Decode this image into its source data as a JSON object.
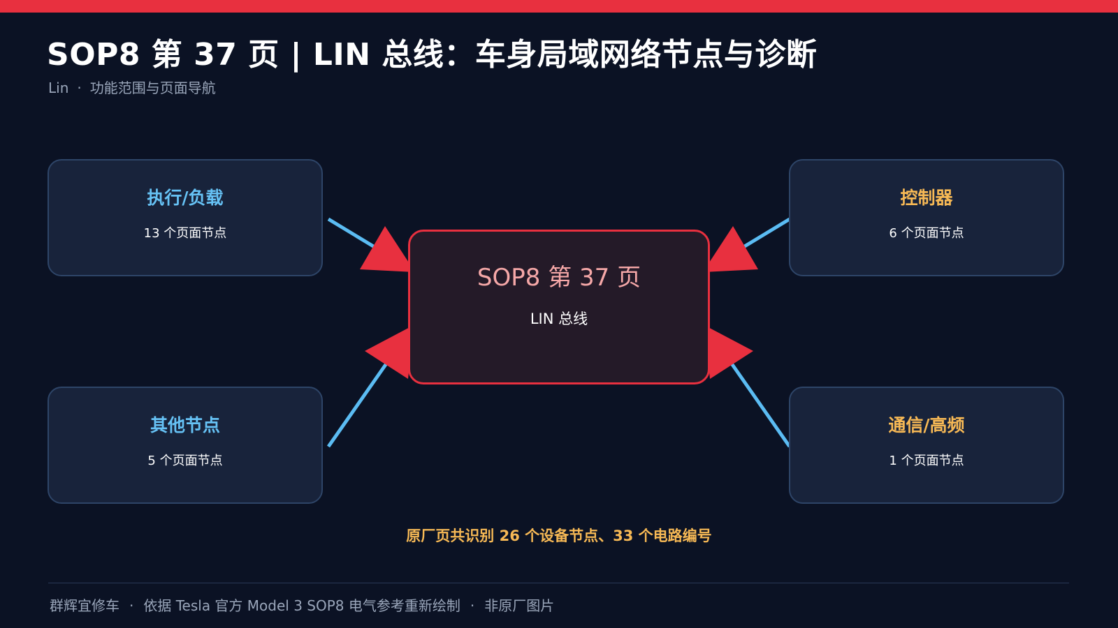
{
  "colors": {
    "background": "#0b1224",
    "accent_red": "#e8303f",
    "blue": "#66c2f5",
    "amber": "#f7b955",
    "card_bg": "#18233b",
    "card_border": "#2e4568"
  },
  "header": {
    "title": "SOP8 第 37 页 | LIN 总线：车身局域网络节点与诊断",
    "subtitle_left": "Lin",
    "subtitle_sep": "·",
    "subtitle_right": "功能范围与页面导航"
  },
  "center": {
    "title": "SOP8 第 37 页",
    "subtitle": "LIN 总线"
  },
  "cards": {
    "top_left": {
      "title": "执行/负载",
      "count": "13 个页面节点"
    },
    "bottom_left": {
      "title": "其他节点",
      "count": "5 个页面节点"
    },
    "top_right": {
      "title": "控制器",
      "count": "6 个页面节点"
    },
    "bottom_right": {
      "title": "通信/高频",
      "count": "1 个页面节点"
    }
  },
  "summary": "原厂页共识别 26 个设备节点、33 个电路编号",
  "footer": {
    "part1": "群辉宜修车",
    "sep1": "·",
    "part2": "依据 Tesla 官方 Model 3 SOP8 电气参考重新绘制",
    "sep2": "·",
    "part3": "非原厂图片"
  }
}
